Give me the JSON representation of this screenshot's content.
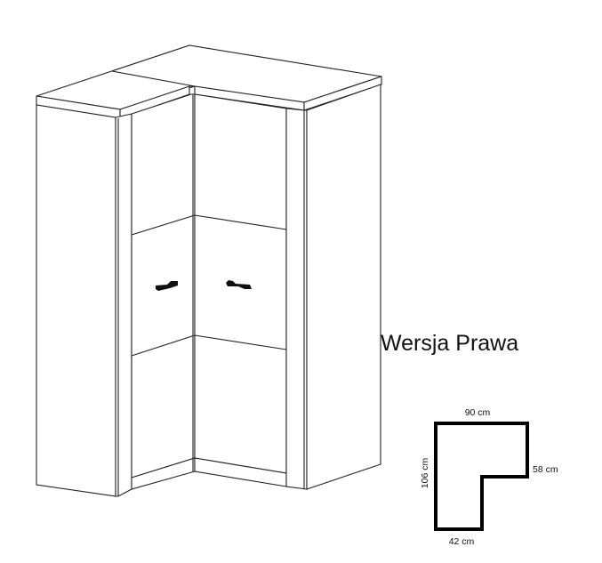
{
  "title": "Wersja Prawa",
  "dimensions": {
    "top": "90 cm",
    "right": "58 cm",
    "left": "106 cm",
    "bottom": "42 cm"
  },
  "colors": {
    "line": "#222222",
    "background": "#ffffff"
  }
}
